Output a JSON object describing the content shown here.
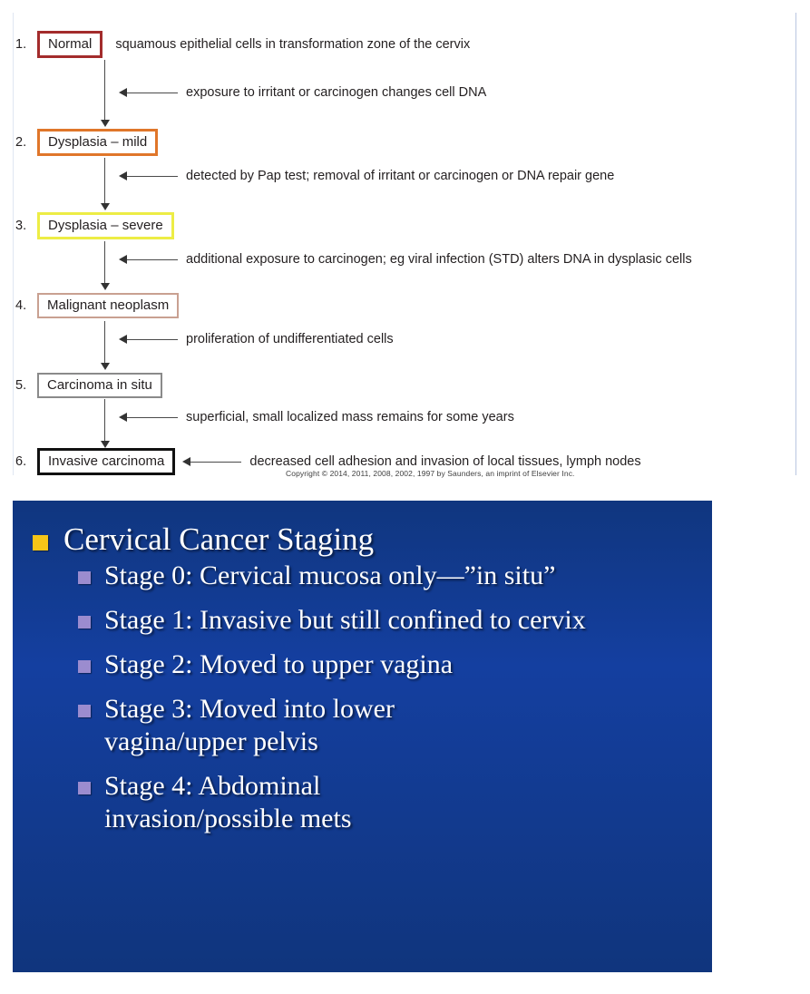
{
  "figure": {
    "steps": [
      {
        "num": "1.",
        "label": "Normal",
        "border_color": "#a32c2c",
        "note": "squamous epithelial cells in transformation zone of the cervix"
      },
      {
        "num": "2.",
        "label": "Dysplasia – mild",
        "border_color": "#e0762a",
        "note": ""
      },
      {
        "num": "3.",
        "label": "Dysplasia – severe",
        "border_color": "#eded45",
        "note": ""
      },
      {
        "num": "4.",
        "label": "Malignant neoplasm",
        "border_color": "#c9a091",
        "note": ""
      },
      {
        "num": "5.",
        "label": "Carcinoma in situ",
        "border_color": "#8a8a8a",
        "note": ""
      },
      {
        "num": "6.",
        "label": "Invasive carcinoma",
        "border_color": "#111111",
        "note": "decreased cell adhesion and invasion of local tissues, lymph nodes"
      }
    ],
    "annotations": [
      "exposure to irritant or carcinogen changes cell DNA",
      "detected by Pap test; removal of irritant or carcinogen or DNA repair gene",
      "additional exposure to carcinogen; eg viral infection (STD) alters DNA in dysplasic cells",
      "proliferation of undifferentiated cells",
      "superficial, small localized mass remains for some years"
    ],
    "copyright": "Copyright © 2014, 2011, 2008, 2002, 1997 by Saunders, an imprint of Elsevier Inc."
  },
  "slide": {
    "background_color": "#123a8f",
    "title_bullet_color": "#f5c518",
    "sub_bullet_color": "#9b8ccf",
    "title": "Cervical Cancer Staging",
    "bullets": [
      "Stage 0:  Cervical mucosa only—”in situ”",
      "Stage 1:  Invasive but still confined to cervix",
      "Stage 2:  Moved to upper vagina",
      "Stage 3:  Moved into lower vagina/upper pelvis",
      "Stage 4:  Abdominal invasion/possible mets"
    ]
  }
}
